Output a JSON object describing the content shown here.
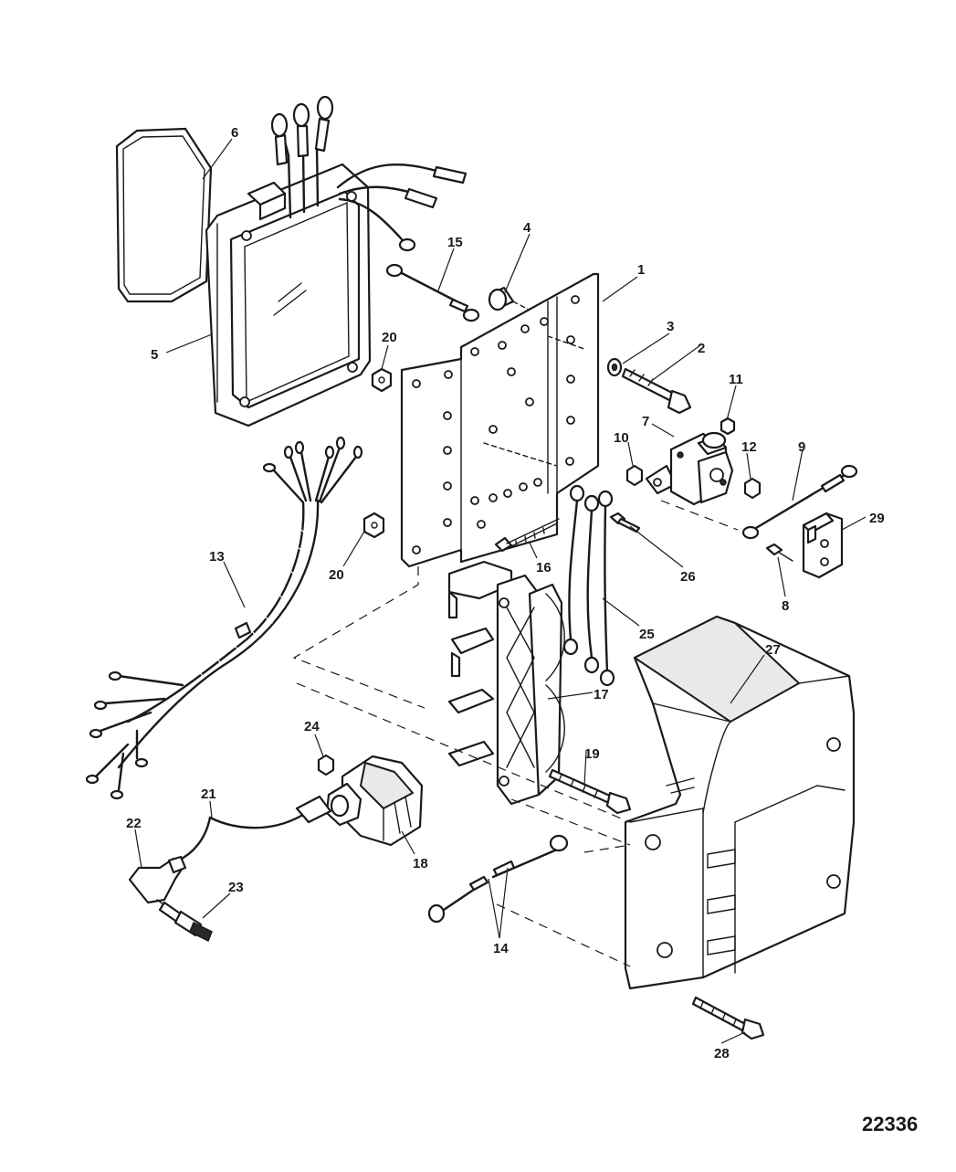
{
  "figure_number": "22336",
  "callouts": {
    "c1": "1",
    "c2": "2",
    "c3": "3",
    "c4": "4",
    "c5": "5",
    "c6": "6",
    "c7": "7",
    "c8": "8",
    "c9": "9",
    "c10": "10",
    "c11": "11",
    "c12": "12",
    "c13": "13",
    "c14": "14",
    "c15": "15",
    "c16": "16",
    "c17": "17",
    "c18": "18",
    "c19": "19",
    "c20a": "20",
    "c20b": "20",
    "c21": "21",
    "c22": "22",
    "c23": "23",
    "c24": "24",
    "c25": "25",
    "c26": "26",
    "c27": "27",
    "c28": "28",
    "c29": "29"
  },
  "colors": {
    "ink": "#1a1a1a",
    "paper": "#ffffff",
    "shade": "#e9e9e9"
  }
}
